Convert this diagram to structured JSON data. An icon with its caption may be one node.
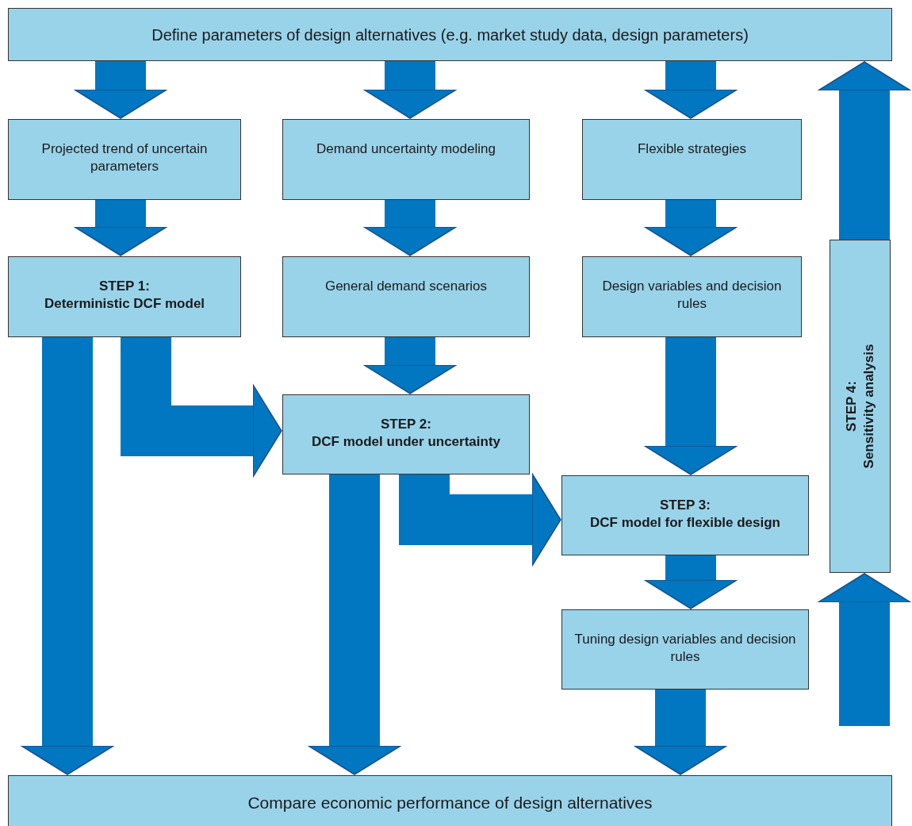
{
  "diagram": {
    "nodes": [
      {
        "text": [
          "Define parameters of design alternatives (e.g. market study data, design parameters)"
        ]
      },
      {
        "text": [
          "Projected trend of uncertain parameters"
        ]
      },
      {
        "text": [
          "Demand uncertainty modeling"
        ]
      },
      {
        "text": [
          "Flexible strategies"
        ]
      },
      {
        "text": [
          "STEP 1:",
          "Deterministic DCF model"
        ]
      },
      {
        "text": [
          "General demand scenarios"
        ]
      },
      {
        "text": [
          "Design variables and decision rules"
        ]
      },
      {
        "text": [
          "STEP 2:",
          "DCF model under uncertainty"
        ]
      },
      {
        "text": [
          "STEP 3:",
          "DCF model for flexible design"
        ]
      },
      {
        "text": [
          "Tuning design variables and decision rules"
        ]
      },
      {
        "text": [
          "STEP 4:",
          "Sensitivity analysis"
        ]
      },
      {
        "text": [
          "Compare economic performance of design alternatives"
        ]
      }
    ],
    "edges": [
      {
        "from": 0,
        "to": 1,
        "arrow": "to"
      },
      {
        "from": 0,
        "to": 2,
        "arrow": "to"
      },
      {
        "from": 0,
        "to": 3,
        "arrow": "to"
      },
      {
        "from": 1,
        "to": 4,
        "arrow": "to"
      },
      {
        "from": 2,
        "to": 5,
        "arrow": "to"
      },
      {
        "from": 3,
        "to": 6,
        "arrow": "to"
      },
      {
        "from": 5,
        "to": 7,
        "arrow": "to"
      },
      {
        "from": 6,
        "to": 8,
        "arrow": "to"
      },
      {
        "from": 4,
        "to": 7,
        "arrow": "to"
      },
      {
        "from": 7,
        "to": 8,
        "arrow": "to"
      },
      {
        "from": 8,
        "to": 9,
        "arrow": "to"
      },
      {
        "from": 4,
        "to": 11,
        "arrow": "to"
      },
      {
        "from": 7,
        "to": 11,
        "arrow": "to"
      },
      {
        "from": 9,
        "to": 11,
        "arrow": "to"
      },
      {
        "from": null,
        "to": 10,
        "arrow": "to"
      },
      {
        "from": 10,
        "to": 0,
        "arrow": "to"
      }
    ]
  }
}
